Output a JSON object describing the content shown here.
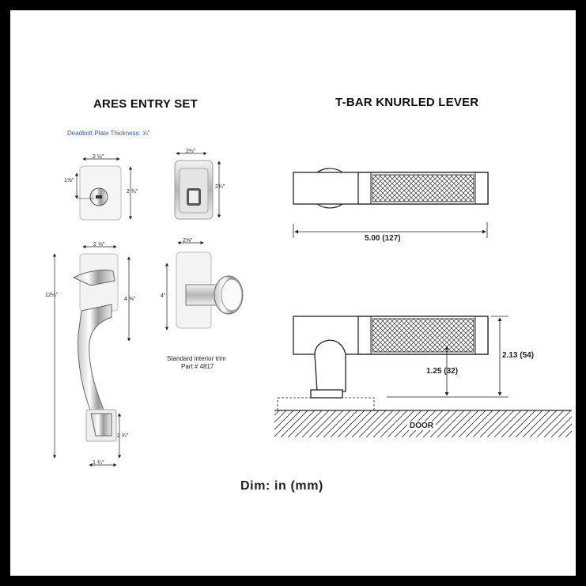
{
  "left": {
    "title": "ARES ENTRY SET",
    "deadbolt_note": "Deadbolt Plate Thickness: ⅝\"",
    "dims": {
      "deadbolt_width": "2 ½\"",
      "deadbolt_cyl_height": "1⅝\"",
      "deadbolt_height": "2 ¾\"",
      "thumbturn_width": "2½\"",
      "thumbturn_height": "2¾\"",
      "handle_width": "2 ⅝\"",
      "overall_height": "12¼\"",
      "plate_height": "4 ⅝\"",
      "bottom_plate_height": "2 ¾\"",
      "bottom_width": "1 ¾\"",
      "knob_width": "2⅝\"",
      "knob_height": "4\""
    },
    "trim_note_line1": "Standard interior trim",
    "trim_note_line2": "Part # 4817"
  },
  "right": {
    "title": "T-BAR KNURLED LEVER",
    "length_label": "5.00 (127)",
    "height_overall_label": "2.13 (54)",
    "height_center_label": "1.25 (32)",
    "door_label": "DOOR"
  },
  "footer": {
    "units": "Dim: in (mm)"
  }
}
